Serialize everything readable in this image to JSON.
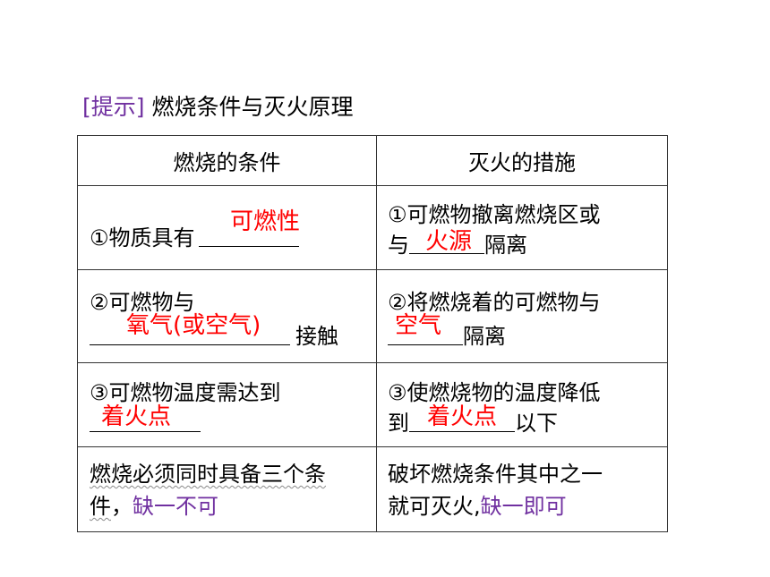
{
  "title": {
    "hint": "[提示]",
    "text": "燃烧条件与灭火原理"
  },
  "table": {
    "headers": [
      "燃烧的条件",
      "灭火的措施"
    ],
    "row1": {
      "left_text": "①物质具有",
      "left_answer": "可燃性",
      "right_line1": "①可燃物撤离燃烧区或",
      "right_pre": "与",
      "right_answer": "火源",
      "right_post": "隔离"
    },
    "row2": {
      "left_line1": "②可燃物与",
      "left_answer": "氧气(或空气)",
      "left_post": "接触",
      "right_line1": "②将燃烧着的可燃物与",
      "right_answer": "空气",
      "right_post": "隔离"
    },
    "row3": {
      "left_line1": "③可燃物温度需达到",
      "left_answer": "着火点",
      "right_line1": "③使燃烧物的温度降低",
      "right_pre": "到",
      "right_answer": "着火点",
      "right_post": "以下"
    },
    "row4": {
      "left_line1": "燃烧必须同时具备三个条",
      "left_line2_start": "件",
      "left_line2_comma": "，",
      "left_emphasis": "缺一不可",
      "right_line1": "破坏燃烧条件其中之一",
      "right_line2_start": "就可灭火,",
      "right_emphasis": "缺一即可"
    }
  }
}
